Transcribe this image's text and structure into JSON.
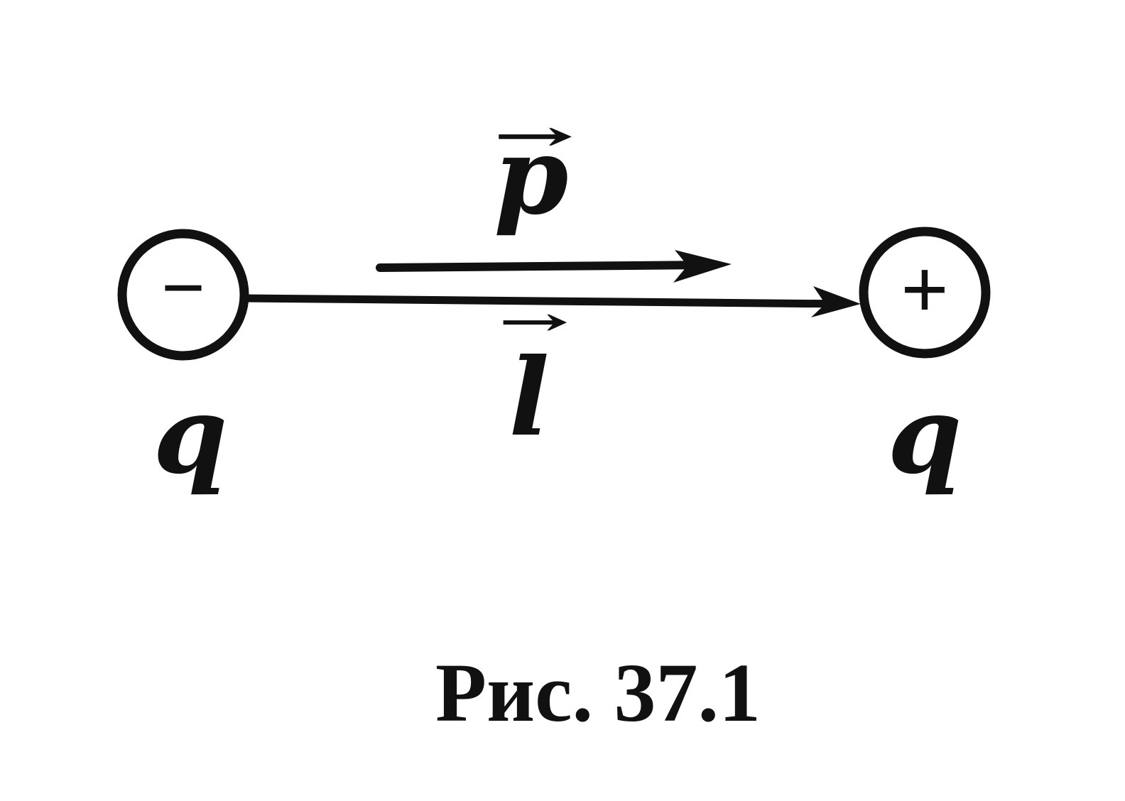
{
  "diagram": {
    "vector_p": {
      "label": "p",
      "arrow": "→"
    },
    "vector_l": {
      "label": "l",
      "arrow": "→"
    },
    "negative_charge": {
      "sign": "−",
      "label": "q"
    },
    "positive_charge": {
      "sign": "+",
      "label": "q"
    },
    "caption": "Рис. 37.1"
  },
  "colors": {
    "ink": "#111111",
    "paper": "#ffffff"
  }
}
